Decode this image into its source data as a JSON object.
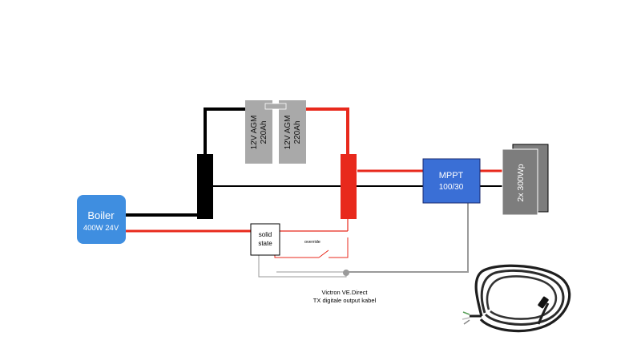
{
  "boiler": {
    "title": "Boiler",
    "spec": "400W 24V"
  },
  "batteries": [
    {
      "line1": "12V AGM",
      "line2": "220Ah"
    },
    {
      "line1": "12V AGM",
      "line2": "220Ah"
    }
  ],
  "mppt": {
    "title": "MPPT",
    "model": "100/30"
  },
  "solar_panels": {
    "label": "2x 300Wp"
  },
  "solid_state": {
    "line1": "solid",
    "line2": "state"
  },
  "override_label": "override",
  "cable": {
    "line1": "Victron VE.Direct",
    "line2": "TX digitale output kabel"
  },
  "colors": {
    "positive_wire": "#e8291c",
    "negative_wire": "#000000",
    "signal_wire": "#9a9a9a",
    "boiler_fill": "#3f8ee0",
    "mppt_fill": "#3a6fd6",
    "battery_fill": "#a9a9a9",
    "panel_fill": "#7d7d7d"
  }
}
